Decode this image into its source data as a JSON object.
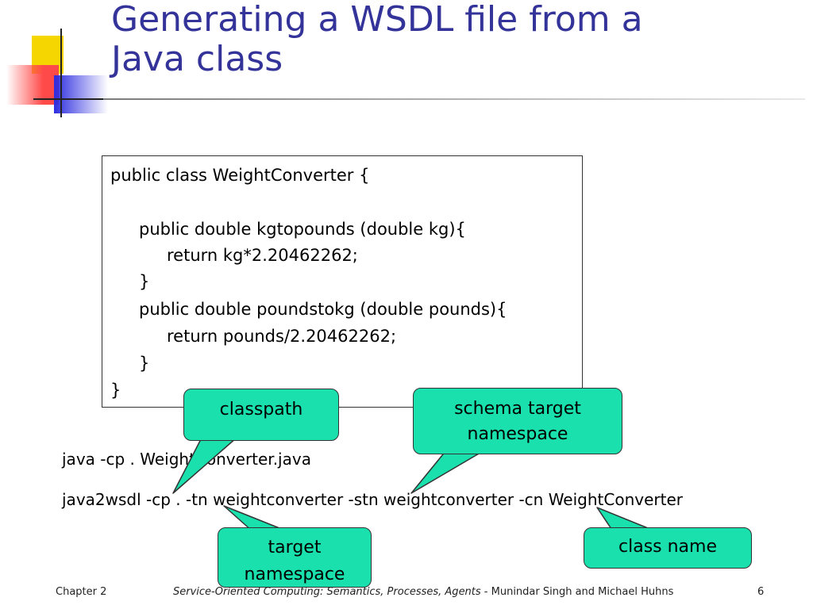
{
  "title_line1": "Generating a WSDL file from a",
  "title_line2": "Java class",
  "code": {
    "lines": [
      "public class WeightConverter {",
      "public double kgtopounds (double kg){",
      "return kg*2.20462262;",
      "}",
      "public double poundstokg (double pounds){",
      "return pounds/2.20462262;",
      "}",
      "}"
    ]
  },
  "commands": {
    "compile": "java -cp . WeightConverter.java",
    "java2wsdl": "java2wsdl -cp . -tn weightconverter -stn weightconverter -cn WeightConverter"
  },
  "callouts": {
    "classpath": "classpath",
    "schema_target_line1": "schema target",
    "schema_target_line2": "namespace",
    "target_line1": "target",
    "target_line2": "namespace",
    "class_name": "class name"
  },
  "footer": {
    "chapter": "Chapter 2",
    "book_title": "Service-Oriented Computing: Semantics, Processes, Agents",
    "authors": " - Munindar Singh and Michael Huhns",
    "page": "6"
  },
  "colors": {
    "title": "#333399",
    "callout": "#19e0ad"
  }
}
